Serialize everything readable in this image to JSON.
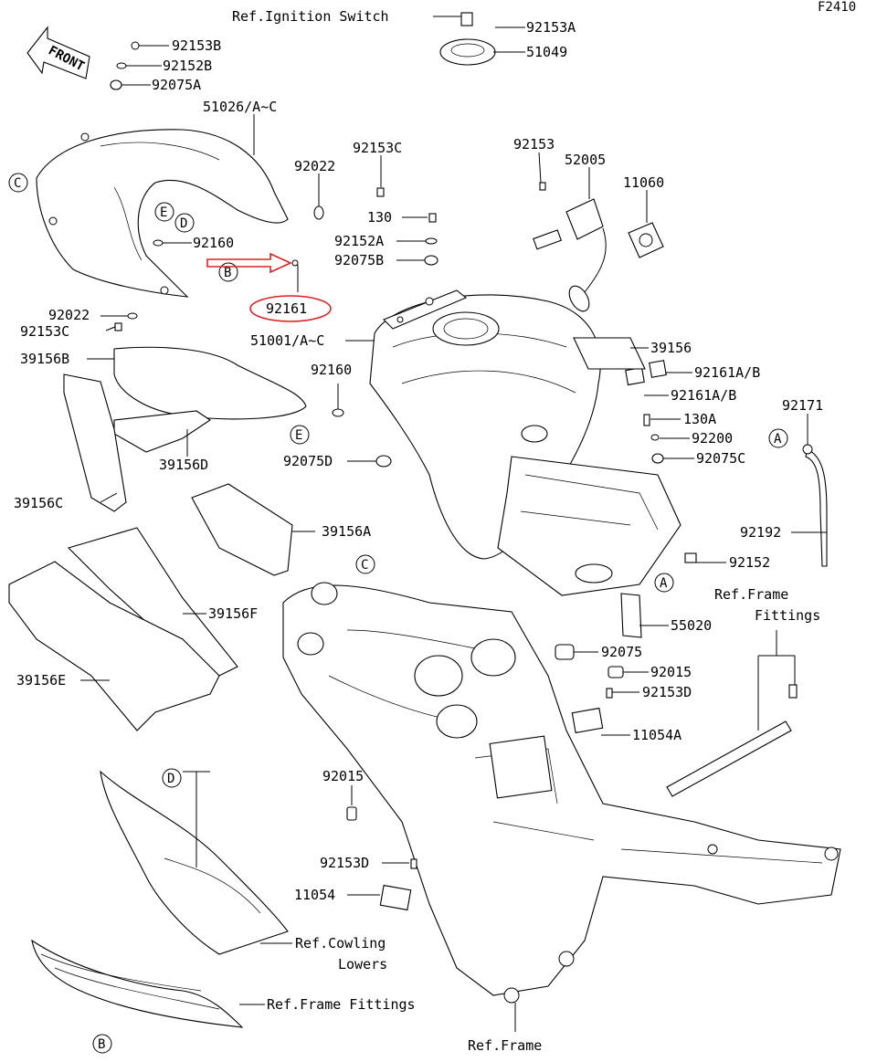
{
  "figure_id": "F2410",
  "front_label": "FRONT",
  "highlight_color": "#e02020",
  "labels": {
    "ignition": "Ref.Ignition Switch",
    "p92153A": "92153A",
    "p51049": "51049",
    "p92153B": "92153B",
    "p92152B": "92152B",
    "p92075A": "92075A",
    "p51026": "51026/A~C",
    "p92153C_top": "92153C",
    "p92022_top": "92022",
    "p130": "130",
    "p92152A": "92152A",
    "p92075B": "92075B",
    "p92160_left": "92160",
    "p92161": "92161",
    "p92022_left": "92022",
    "p92153C_left": "92153C",
    "p51001": "51001/A~C",
    "p39156B": "39156B",
    "p92160_mid": "92160",
    "p39156D": "39156D",
    "p92075D": "92075D",
    "p39156C": "39156C",
    "p39156A": "39156A",
    "p39156F": "39156F",
    "p39156E": "39156E",
    "p92153": "92153",
    "p52005": "52005",
    "p11060": "11060",
    "p39156": "39156",
    "p92161AB_1": "92161A/B",
    "p92161AB_2": "92161A/B",
    "p130A": "130A",
    "p92200": "92200",
    "p92075C": "92075C",
    "p92171": "92171",
    "p92192": "92192",
    "p92152": "92152",
    "ref_frame_fittings_right_1": "Ref.Frame",
    "ref_frame_fittings_right_2": "Fittings",
    "p55020": "55020",
    "p92075": "92075",
    "p92015_right": "92015",
    "p92153D_right": "92153D",
    "p11054A": "11054A",
    "p92015_mid": "92015",
    "p92153D_mid": "92153D",
    "p11054": "11054",
    "ref_cowling_1": "Ref.Cowling",
    "ref_cowling_2": "Lowers",
    "ref_frame_fittings_bottom": "Ref.Frame Fittings",
    "ref_frame": "Ref.Frame"
  },
  "callouts": {
    "A": "A",
    "B": "B",
    "C": "C",
    "D": "D",
    "E": "E"
  }
}
